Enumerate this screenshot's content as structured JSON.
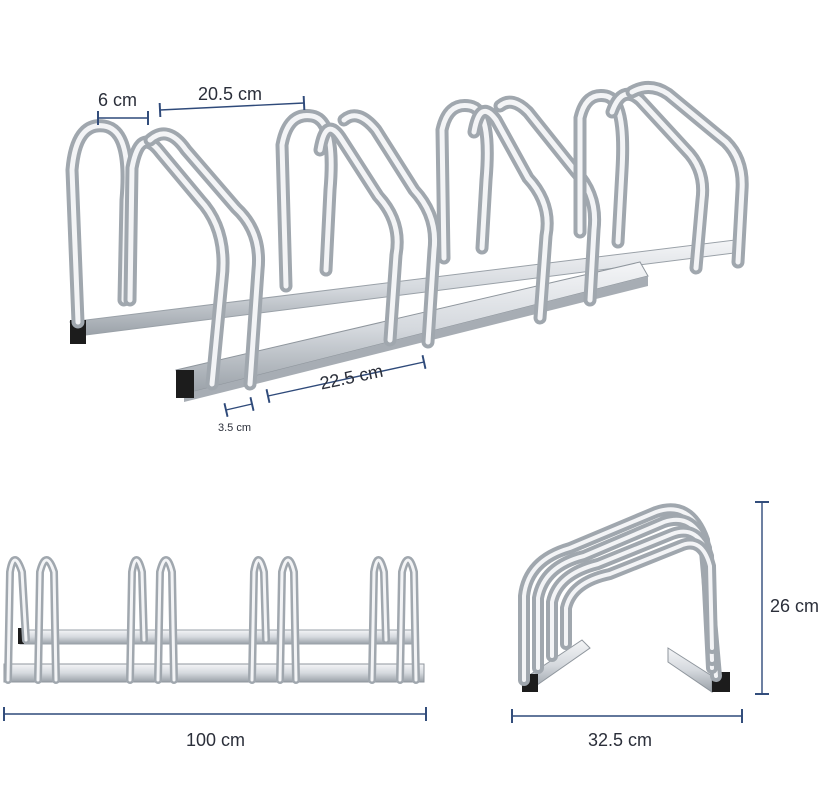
{
  "dimensions": {
    "slot_bar_width": "6 cm",
    "slot_spacing": "20.5 cm",
    "base_segment": "22.5 cm",
    "end_offset": "3.5 cm",
    "total_length": "100 cm",
    "height": "26 cm",
    "depth": "32.5 cm"
  },
  "colors": {
    "metal_light": "#f2f4f6",
    "metal_mid": "#c9ced4",
    "metal_dark": "#8c939b",
    "end_cap": "#1c1c1c",
    "dimension_line": "#2f4a7a"
  }
}
